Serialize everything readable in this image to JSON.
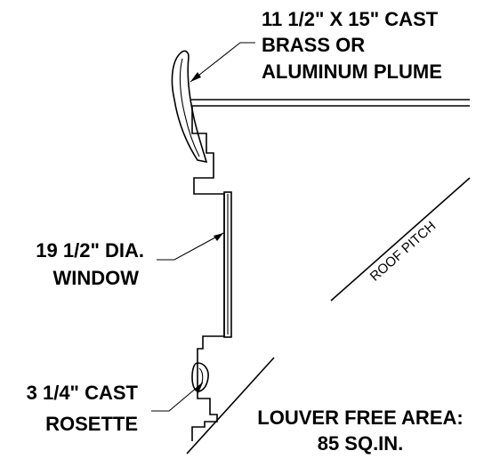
{
  "labels": {
    "plume": [
      "11 1/2\" X 15\" CAST",
      "BRASS OR",
      "ALUMINUM PLUME"
    ],
    "window": [
      "19 1/2\" DIA.",
      "WINDOW"
    ],
    "rosette": [
      "3 1/4\" CAST",
      "ROSETTE"
    ],
    "louver": [
      "LOUVER FREE AREA:",
      "85 SQ.IN."
    ],
    "roof_pitch": "ROOF PITCH"
  }
}
